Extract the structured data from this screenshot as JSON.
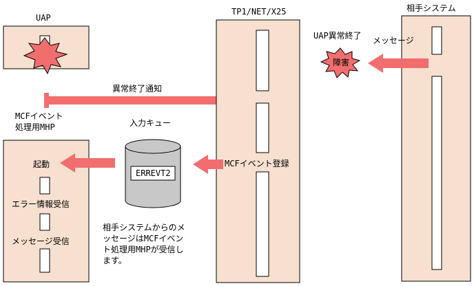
{
  "labels": {
    "uap": "UAP",
    "tp1": "TP1/NET/X25",
    "partner": "相手システム",
    "uap_abort": "UAP異常終了",
    "message": "メッセージ",
    "fault": "障害",
    "abort_notice": "異常終了通知",
    "mcf_event_mhp": [
      "MCFイベント",
      "処理用MHP"
    ],
    "input_queue": "入力キュー",
    "errevt2": "ERREVT2",
    "mcf_event_register": "MCFイベント登録",
    "start": "起動",
    "error_info_recv": "エラー情報受信",
    "message_recv": "メッセージ受信",
    "note": [
      "相手システムからのメ",
      "ッセージはMCFイベン",
      "ト処理用MHPが受信し",
      "ます。"
    ]
  },
  "colors": {
    "box_fill": "#f7e0cf",
    "arrow": "#f26e6e",
    "fault_fill": "#f26e6e",
    "cylinder_fill": "#c8c8c8"
  }
}
